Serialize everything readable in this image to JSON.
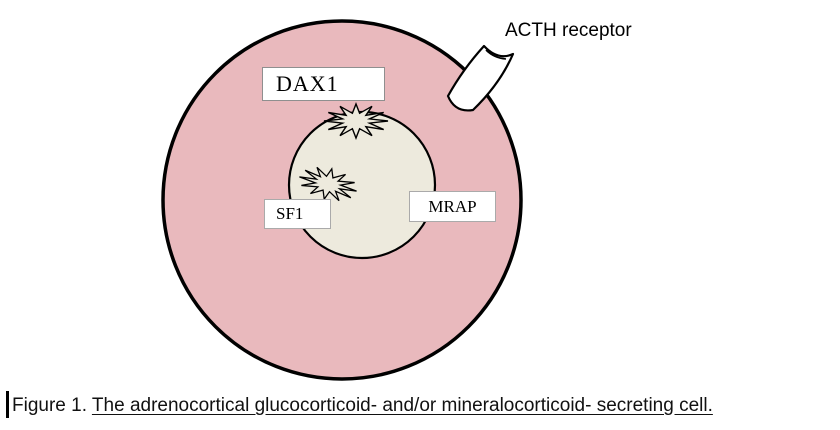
{
  "figure": {
    "acth_receptor_label": "ACTH receptor",
    "labels": {
      "dax1": "DAX1",
      "sf1": "SF1",
      "mrap": "MRAP"
    },
    "colors": {
      "cell_fill": "#e9b9bd",
      "nucleus_fill": "#edeadd",
      "outline": "#000000",
      "receptor_fill": "#ffffff"
    }
  },
  "caption": {
    "prefix": "Figure 1. ",
    "text": "The adrenocortical glucocorticoid- and/or mineralocorticoid- secreting cell."
  }
}
